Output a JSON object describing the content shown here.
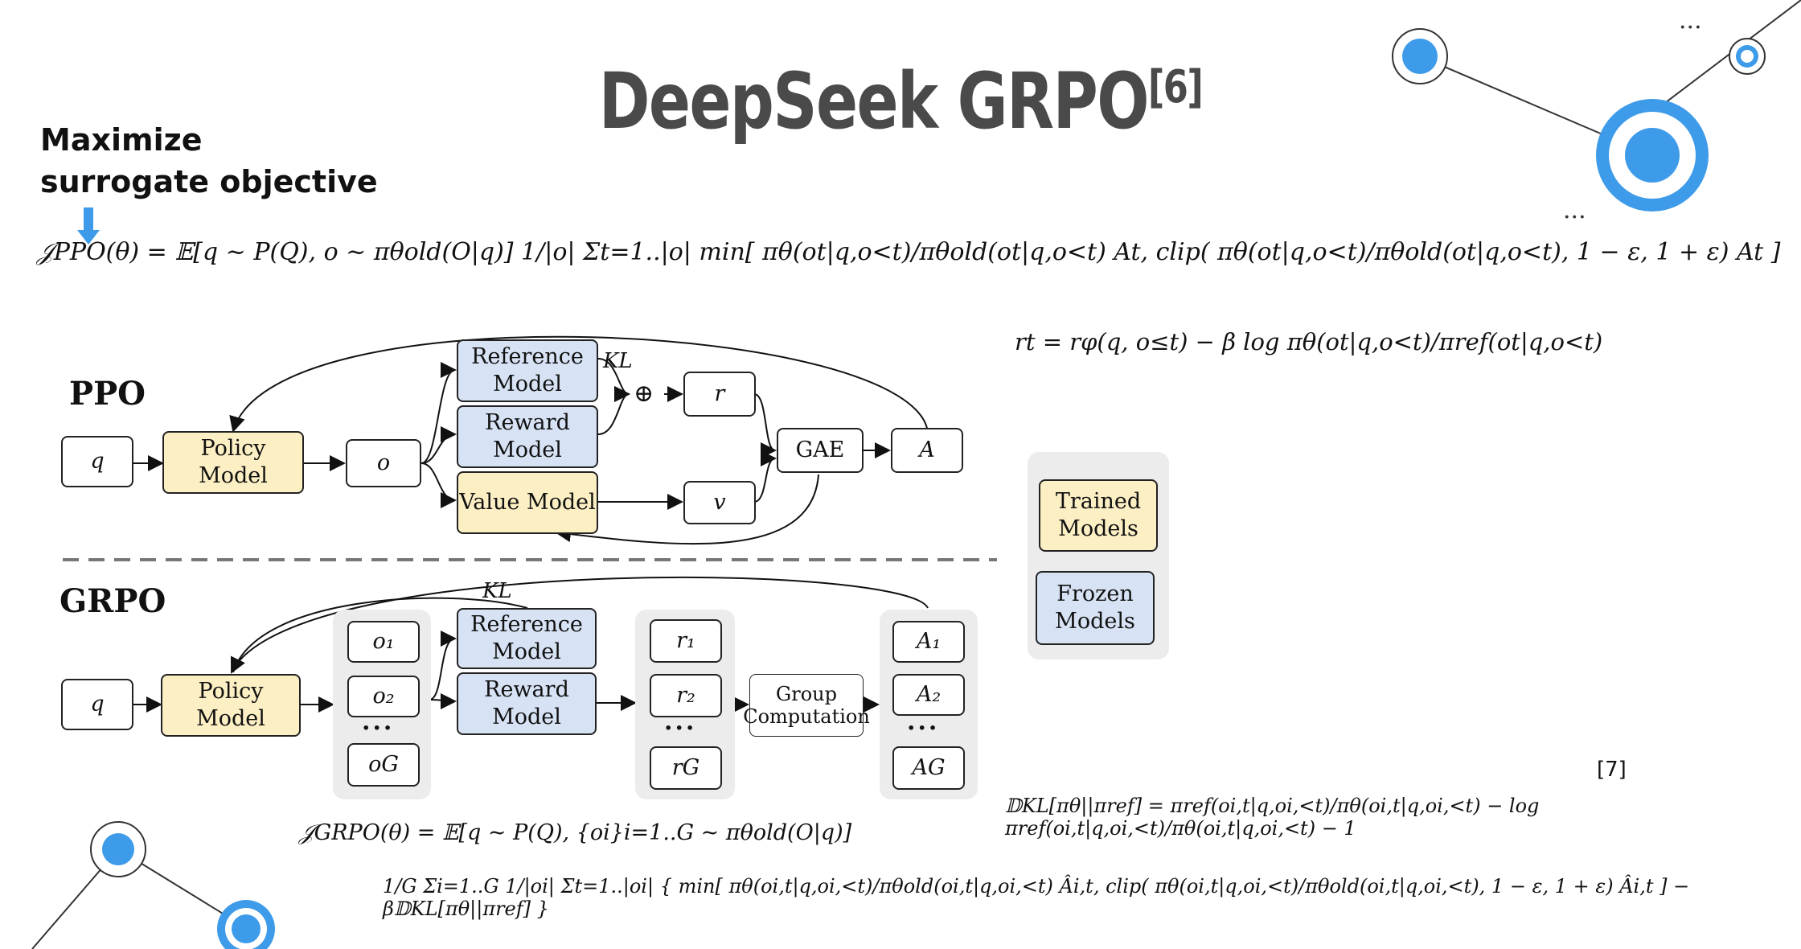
{
  "title": "DeepSeek GRPO",
  "title_ref": "[6]",
  "headline": [
    "Maximize",
    "surrogate objective"
  ],
  "formulas": {
    "ppo_objective": "𝒥PPO(θ) = 𝔼[q ~ P(Q), o ~ πθold(O|q)] 1/|o| Σt=1..|o| min[ πθ(ot|q,o<t)/πθold(ot|q,o<t) At, clip( πθ(ot|q,o<t)/πθold(ot|q,o<t), 1 − ε, 1 + ε) At ]",
    "reward": "rt = rφ(q, o≤t) − β log πθ(ot|q,o<t)/πref(ot|q,o<t)",
    "grpo_objective_1": "𝒥GRPO(θ) = 𝔼[q ~ P(Q), {oi}i=1..G ~ πθold(O|q)]",
    "grpo_objective_2": "1/G Σi=1..G 1/|oi| Σt=1..|oi| { min[ πθ(oi,t|q,oi,<t)/πθold(oi,t|q,oi,<t) Âi,t, clip( πθ(oi,t|q,oi,<t)/πθold(oi,t|q,oi,<t), 1 − ε, 1 + ε) Âi,t ] − β𝔻KL[πθ||πref] }",
    "kl": "𝔻KL[πθ||πref] = πref(oi,t|q,oi,<t)/πθ(oi,t|q,oi,<t) − log πref(oi,t|q,oi,<t)/πθ(oi,t|q,oi,<t) − 1",
    "kl_ref": "[7]"
  },
  "ppo": {
    "label": "PPO",
    "q": "q",
    "policy": "Policy Model",
    "o": "o",
    "reference": "Reference Model",
    "reward": "Reward Model",
    "value": "Value Model",
    "kl": "KL",
    "oplus": "⊕",
    "r": "r",
    "v": "v",
    "gae": "GAE",
    "a": "A"
  },
  "grpo": {
    "label": "GRPO",
    "q": "q",
    "policy": "Policy Model",
    "outputs": [
      "o₁",
      "o₂",
      "oG"
    ],
    "reference": "Reference Model",
    "reward": "Reward Model",
    "kl": "KL",
    "rewards": [
      "r₁",
      "r₂",
      "rG"
    ],
    "group": "Group Computation",
    "advantages": [
      "A₁",
      "A₂",
      "AG"
    ],
    "dots": "···"
  },
  "legend": {
    "trained": "Trained Models",
    "frozen": "Frozen Models"
  },
  "colors": {
    "trained": "#fcefc4",
    "frozen": "#d7e3f4",
    "accent_circle": "#3d9be9",
    "title": "#4a4a4a"
  }
}
